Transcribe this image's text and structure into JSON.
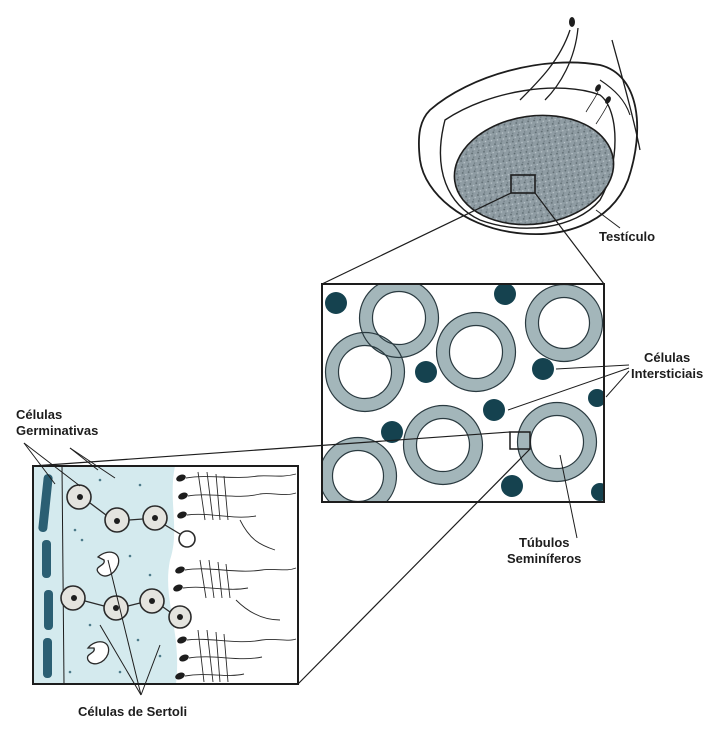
{
  "labels": {
    "testis": "Testículo",
    "interstitial_line1": "Células",
    "interstitial_line2": "Intersticiais",
    "germinal_line1": "Células",
    "germinal_line2": "Germinativas",
    "tubules_line1": "Túbulos",
    "tubules_line2": "Seminíferos",
    "sertoli": "Células de Sertoli"
  },
  "colors": {
    "ink": "#1d1d1d",
    "tissue": "#8b98a0",
    "tubule_ring": "#a3b6ba",
    "interstitial_cell": "#15424f",
    "sertoli_bg": "#d4eaee",
    "basement_cell": "#2b5f73"
  }
}
